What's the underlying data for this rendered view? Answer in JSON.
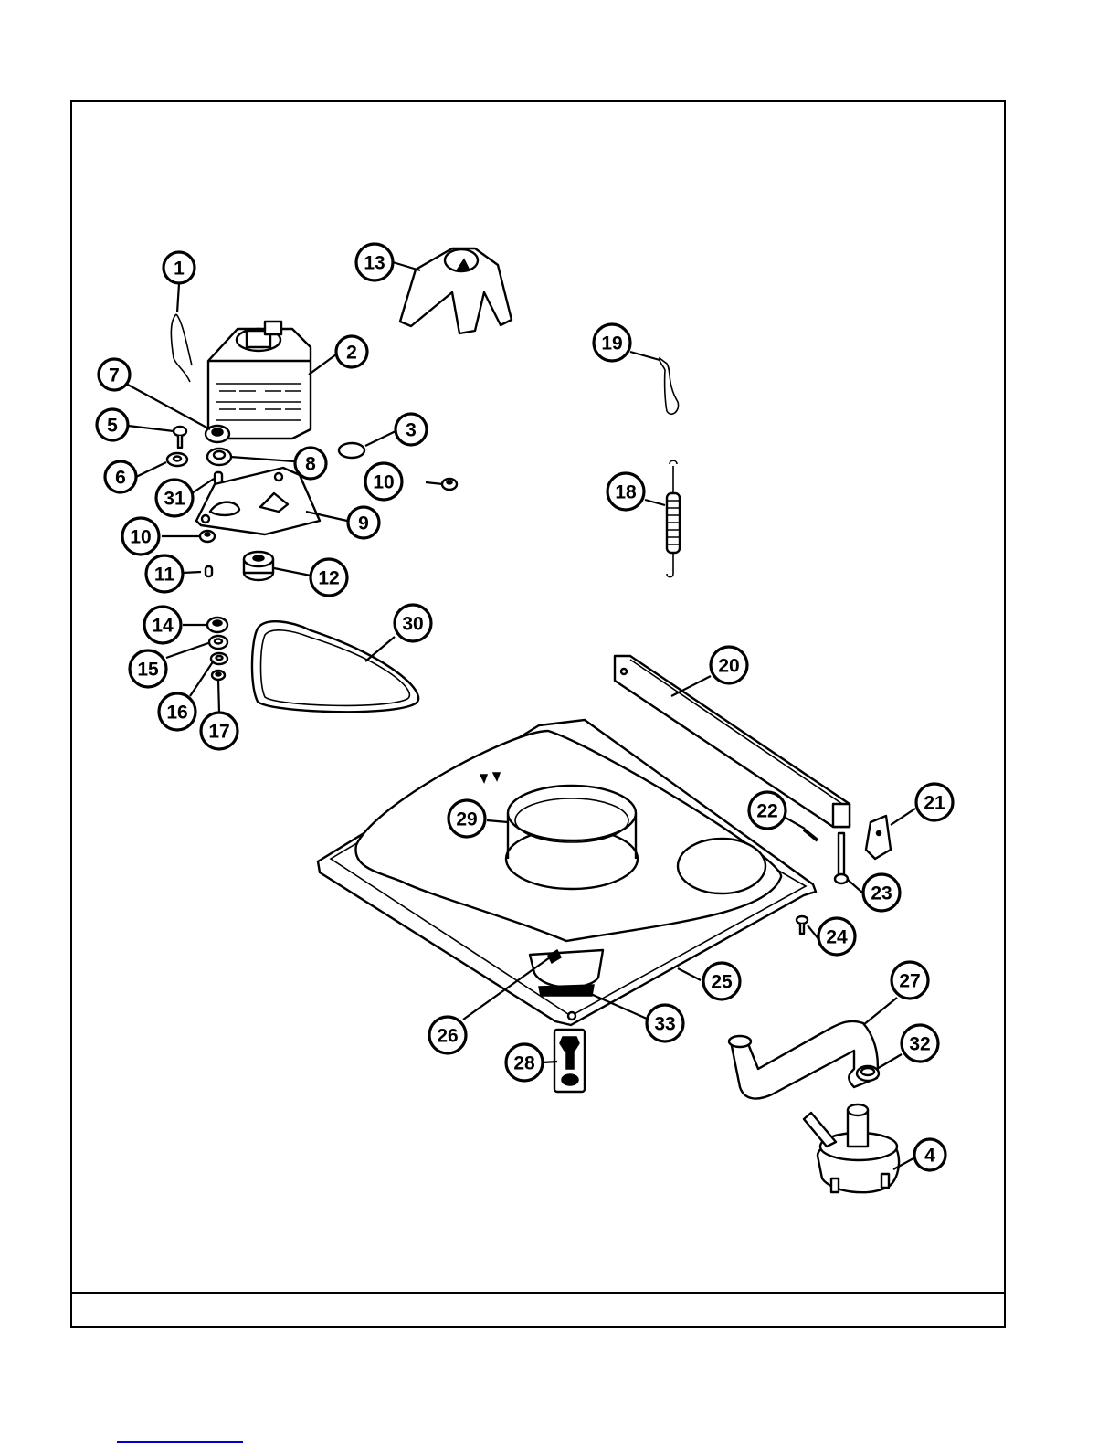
{
  "callouts": [
    {
      "label": "1"
    },
    {
      "label": "2"
    },
    {
      "label": "3"
    },
    {
      "label": "4"
    },
    {
      "label": "5"
    },
    {
      "label": "6"
    },
    {
      "label": "7"
    },
    {
      "label": "8"
    },
    {
      "label": "9"
    },
    {
      "label": "10"
    },
    {
      "label": "10"
    },
    {
      "label": "11"
    },
    {
      "label": "12"
    },
    {
      "label": "13"
    },
    {
      "label": "14"
    },
    {
      "label": "15"
    },
    {
      "label": "16"
    },
    {
      "label": "17"
    },
    {
      "label": "18"
    },
    {
      "label": "19"
    },
    {
      "label": "20"
    },
    {
      "label": "21"
    },
    {
      "label": "22"
    },
    {
      "label": "23"
    },
    {
      "label": "24"
    },
    {
      "label": "25"
    },
    {
      "label": "26"
    },
    {
      "label": "27"
    },
    {
      "label": "28"
    },
    {
      "label": "29"
    },
    {
      "label": "30"
    },
    {
      "label": "31"
    },
    {
      "label": "32"
    },
    {
      "label": "33"
    }
  ],
  "colors": {
    "ink": "#000000",
    "paper": "#ffffff",
    "link": "#0000cc"
  }
}
